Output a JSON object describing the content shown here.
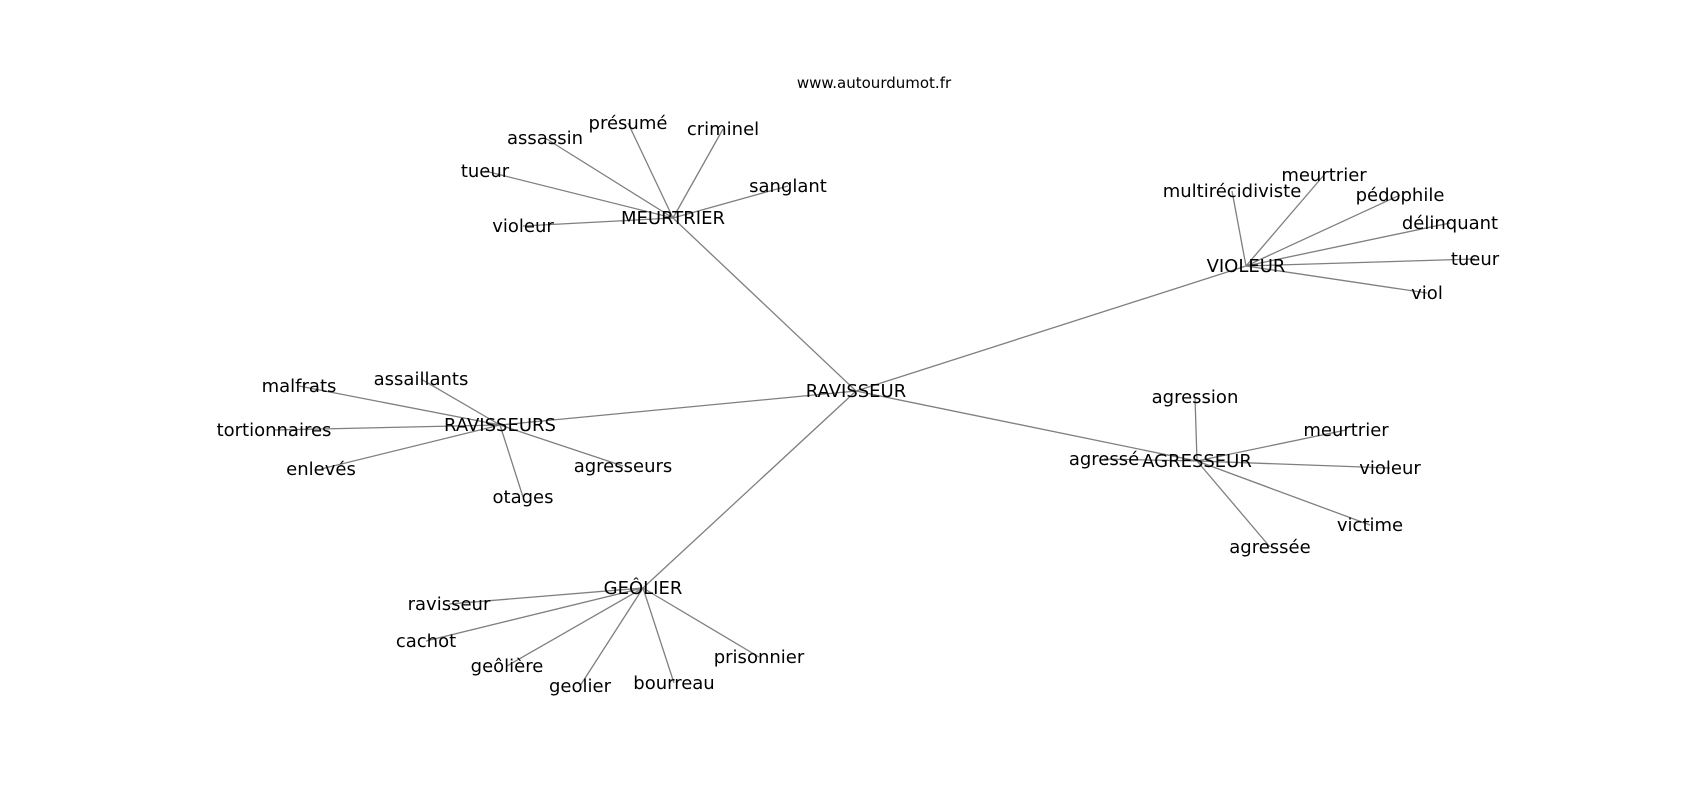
{
  "source": "www.autourdumot.fr",
  "colors": {
    "edge": "#7f7f7f",
    "text": "#000000",
    "background": "#ffffff"
  },
  "root": "RAVISSEUR",
  "hubs": [
    {
      "id": "meurtrier-hub",
      "label": "MEURTRIER",
      "leaves": [
        {
          "id": "assassin",
          "label": "assassin"
        },
        {
          "id": "presume",
          "label": "présumé"
        },
        {
          "id": "criminel",
          "label": "criminel"
        },
        {
          "id": "tueur-1",
          "label": "tueur"
        },
        {
          "id": "sanglant",
          "label": "sanglant"
        },
        {
          "id": "violeur-1",
          "label": "violeur"
        }
      ]
    },
    {
      "id": "violeur-hub",
      "label": "VIOLEUR",
      "leaves": [
        {
          "id": "multirecidiviste",
          "label": "multirécidiviste"
        },
        {
          "id": "meurtrier-1",
          "label": "meurtrier"
        },
        {
          "id": "pedophile",
          "label": "pédophile"
        },
        {
          "id": "delinquant",
          "label": "délinquant"
        },
        {
          "id": "tueur-2",
          "label": "tueur"
        },
        {
          "id": "viol",
          "label": "viol"
        }
      ]
    },
    {
      "id": "ravisseurs-hub",
      "label": "RAVISSEURS",
      "leaves": [
        {
          "id": "malfrats",
          "label": "malfrats"
        },
        {
          "id": "assaillants",
          "label": "assaillants"
        },
        {
          "id": "tortionnaires",
          "label": "tortionnaires"
        },
        {
          "id": "enleves",
          "label": "enlevés"
        },
        {
          "id": "agresseurs",
          "label": "agresseurs"
        },
        {
          "id": "otages",
          "label": "otages"
        }
      ]
    },
    {
      "id": "agresseur-hub",
      "label": "AGRESSEUR",
      "leaves": [
        {
          "id": "agression",
          "label": "agression"
        },
        {
          "id": "agresse",
          "label": "agressé"
        },
        {
          "id": "meurtrier-2",
          "label": "meurtrier"
        },
        {
          "id": "violeur-2",
          "label": "violeur"
        },
        {
          "id": "victime",
          "label": "victime"
        },
        {
          "id": "agressee",
          "label": "agressée"
        }
      ]
    },
    {
      "id": "geolier-hub",
      "label": "GEÔLIER",
      "leaves": [
        {
          "id": "ravisseur-leaf",
          "label": "ravisseur"
        },
        {
          "id": "cachot",
          "label": "cachot"
        },
        {
          "id": "geoliere",
          "label": "geôlière"
        },
        {
          "id": "geolier-leaf",
          "label": "geolier"
        },
        {
          "id": "bourreau",
          "label": "bourreau"
        },
        {
          "id": "prisonnier",
          "label": "prisonnier"
        }
      ]
    }
  ]
}
